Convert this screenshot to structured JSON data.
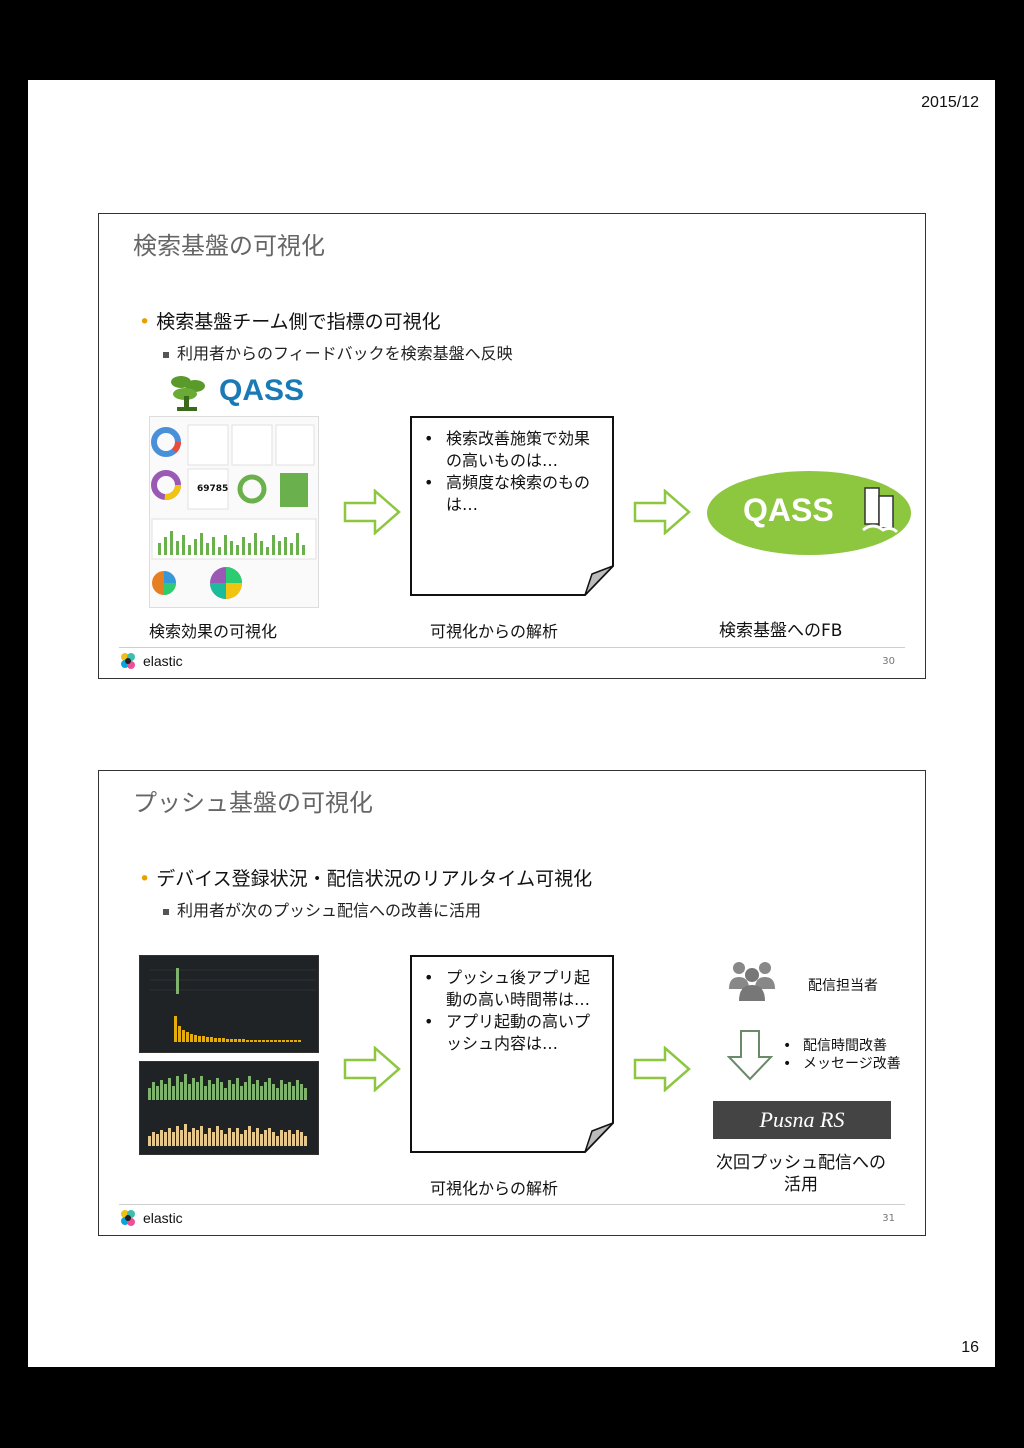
{
  "header": {
    "date": "2015/12",
    "page_number": "16"
  },
  "colors": {
    "bullet": "#e8a000",
    "green": "#8dc63f",
    "arrow": "#8dc63f"
  },
  "slides": [
    {
      "title": "検索基盤の可視化",
      "bullet": "検索基盤チーム側で指標の可視化",
      "sub_bullet": "利用者からのフィードバックを検索基盤へ反映",
      "logo_text": "QASS",
      "dashboard_number": "69785",
      "note_items": [
        "検索改善施策で効果の高いものは…",
        "高頻度な検索のものは…"
      ],
      "captions": [
        "検索効果の可視化",
        "可視化からの解析",
        "検索基盤へのFB"
      ],
      "right_logo_text": "QASS",
      "footer_brand": "elastic",
      "slide_number": "30"
    },
    {
      "title": "プッシュ基盤の可視化",
      "bullet": "デバイス登録状況・配信状況のリアルタイム可視化",
      "sub_bullet": "利用者が次のプッシュ配信への改善に活用",
      "note_items": [
        "プッシュ後アプリ起動の高い時間帯は…",
        "アプリ起動の高いプッシュ内容は…"
      ],
      "captions": [
        "可視化からの解析",
        "次回プッシュ配信への活用"
      ],
      "person_label": "配信担当者",
      "improvements": [
        "配信時間改善",
        "メッセージ改善"
      ],
      "product_logo": "Pusna RS",
      "footer_brand": "elastic",
      "slide_number": "31"
    }
  ]
}
